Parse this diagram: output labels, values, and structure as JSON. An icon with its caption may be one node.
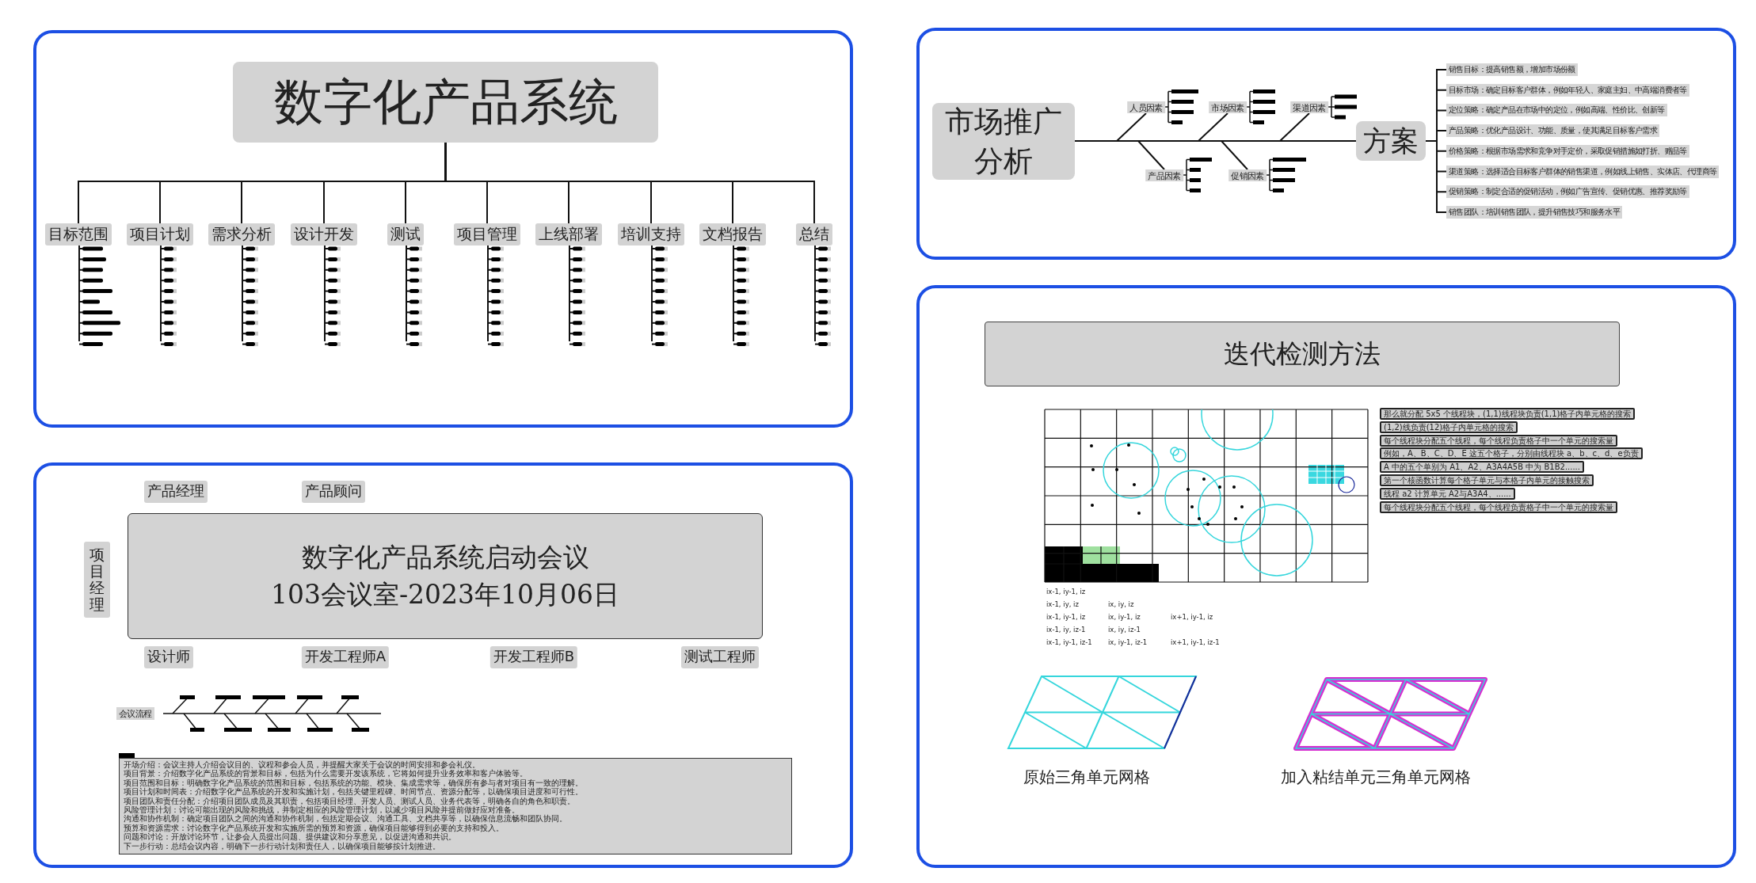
{
  "diagram": {
    "nodes": [
      {
        "text": [],
        "shape": "box"
      },
      {
        "text": [
          "数字化产品系统"
        ],
        "in": 0
      },
      {
        "text": [
          "目标范围"
        ],
        "in": 0
      },
      {
        "text": [
          "项目计划"
        ],
        "in": 0
      },
      {
        "text": [
          "需求分析"
        ],
        "in": 0
      },
      {
        "text": [
          "设计开发"
        ],
        "in": 0
      },
      {
        "text": [
          "测试"
        ],
        "in": 0
      },
      {
        "text": [
          "项目管理"
        ],
        "in": 0
      },
      {
        "text": [
          "上线部署"
        ],
        "in": 0
      },
      {
        "text": [
          "培训支持"
        ],
        "in": 0
      },
      {
        "text": [
          "文档报告"
        ],
        "in": 0
      },
      {
        "text": [
          "总结"
        ],
        "in": 0
      },
      {
        "text": [],
        "shape": "box"
      },
      {
        "text": [
          "市场推广分析"
        ],
        "in": 12
      },
      {
        "text": [
          "人员因素"
        ],
        "in": 12
      },
      {
        "text": [
          "市场因素"
        ],
        "in": 12
      },
      {
        "text": [
          "渠道因素"
        ],
        "in": 12
      },
      {
        "text": [
          "产品因素"
        ],
        "in": 12
      },
      {
        "text": [
          "促销因素"
        ],
        "in": 12
      },
      {
        "text": [
          "方案"
        ],
        "in": 12
      },
      {
        "text": [
          "销售目标：提高销售额，增加市场份额"
        ],
        "in": 12
      },
      {
        "text": [
          "目标市场：确定目标客户群体，例如年轻人、家庭主妇、中高端消费者等"
        ],
        "in": 12
      },
      {
        "text": [
          "定位策略：确定产品在市场中的定位，例如高端、性价比、创新等"
        ],
        "in": 12
      },
      {
        "text": [
          "产品策略：优化产品设计、功能、质量，使其满足目标客户需求"
        ],
        "in": 12
      },
      {
        "text": [
          "价格策略：根据市场需求和竞争对手定价，采取促销措施如打折、赠品等"
        ],
        "in": 12
      },
      {
        "text": [
          "渠道策略：选择适合目标客户群体的销售渠道，例如线上销售、实体店、代理商等"
        ],
        "in": 12
      },
      {
        "text": [
          "促销策略：制定合适的促销活动，例如广告宣传、促销优惠、推荐奖励等"
        ],
        "in": 12
      },
      {
        "text": [
          "销售团队：培训销售团队，提升销售技巧和服务水平"
        ],
        "in": 12
      },
      {
        "text": [],
        "shape": "box"
      },
      {
        "text": [
          "产品经理"
        ],
        "in": 28
      },
      {
        "text": [
          "产品顾问"
        ],
        "in": 28
      },
      {
        "text": [
          "项目经理"
        ],
        "in": 28
      },
      {
        "text": [
          "数字化产品系统启动会议",
          "103会议室-2023年10月06日"
        ],
        "in": 28
      },
      {
        "text": [
          "设计师"
        ],
        "in": 28
      },
      {
        "text": [
          "开发工程师A"
        ],
        "in": 28
      },
      {
        "text": [
          "开发工程师B"
        ],
        "in": 28
      },
      {
        "text": [
          "测试工程师"
        ],
        "in": 28
      },
      {
        "text": [
          "会议流程"
        ],
        "in": 28
      },
      {
        "text": [
          "开场介绍：会议主持人介绍会议目的、议程和参会人员，并提醒大家关于会议的时间安排和参会礼仪。",
          "项目背景：介绍数字化产品系统的背景和目标，包括为什么需要开发该系统，它将如何提升业务效率和客户体验等。",
          "项目范围和目标：明确数字化产品系统的范围和目标，包括系统的功能、模块、集成需求等，确保所有参与者对项目有一致的理解。",
          "项目计划和时间表：介绍数字化产品系统的开发和实施计划，包括关键里程碑、时间节点、资源分配等，以确保项目进度和可行性。",
          "项目团队和责任分配：介绍项目团队成员及其职责，包括项目经理、开发人员、测试人员、业务代表等，明确各自的角色和职责。",
          "风险管理计划：讨论可能出现的风险和挑战，并制定相应的风险管理计划，以减少项目风险并提前做好应对准备。",
          "沟通和协作机制：确定项目团队之间的沟通和协作机制，包括定期会议、沟通工具、文档共享等，以确保信息流畅和团队协同。",
          "预算和资源需求：讨论数字化产品系统开发和实施所需的预算和资源，确保项目能够得到必要的支持和投入。",
          "问题和讨论：开放讨论环节，让参会人员提出问题、提供建议和分享意见，以促进沟通和共识。",
          "下一步行动：总结会议内容，明确下一步行动计划和责任人，以确保项目能够按计划推进。"
        ],
        "in": 28
      },
      {
        "text": [],
        "shape": "box"
      },
      {
        "text": [
          "迭代检测方法"
        ],
        "in": 39
      },
      {
        "text": [
          "那么就分配 5x5 个线程块，(1,1)线程块负责(1,1)格子内单元格的搜索"
        ],
        "in": 39
      },
      {
        "text": [
          "(1,2)线负责(12)格子内单元格的搜索"
        ],
        "in": 39
      },
      {
        "text": [
          "每个线程块分配五个线程，每个线程负责格子中一个单元的搜索量"
        ],
        "in": 39
      },
      {
        "text": [
          "例如，A、B、C、D、E 这五个格子，分别由线程块 a、b、c、d、e负责"
        ],
        "in": 39
      },
      {
        "text": [
          "A 中的五个单别为 A1、A2、A3A4A5B 中为 B1B2......"
        ],
        "in": 39
      },
      {
        "text": [
          "第一个核函数计算每个格子单元与本格子内单元的接触搜索"
        ],
        "in": 39
      },
      {
        "text": [
          "线程 a2 计算单元 A2与A3A4、......"
        ],
        "in": 39
      },
      {
        "text": [
          "每个线程块分配五个线程，每个线程负责格子中一个单元的搜索量"
        ],
        "in": 39
      }
    ],
    "edges": [
      {
        "from": 1,
        "to": 2,
        "arrow": "none"
      },
      {
        "from": 1,
        "to": 3,
        "arrow": "none"
      },
      {
        "from": 1,
        "to": 4,
        "arrow": "none"
      },
      {
        "from": 1,
        "to": 5,
        "arrow": "none"
      },
      {
        "from": 1,
        "to": 6,
        "arrow": "none"
      },
      {
        "from": 1,
        "to": 7,
        "arrow": "none"
      },
      {
        "from": 1,
        "to": 8,
        "arrow": "none"
      },
      {
        "from": 1,
        "to": 9,
        "arrow": "none"
      },
      {
        "from": 1,
        "to": 10,
        "arrow": "none"
      },
      {
        "from": 1,
        "to": 11,
        "arrow": "none"
      },
      {
        "from": 13,
        "to": 19,
        "arrow": "none"
      },
      {
        "from": 14,
        "to": 19,
        "arrow": "none"
      },
      {
        "from": 15,
        "to": 19,
        "arrow": "none"
      },
      {
        "from": 16,
        "to": 19,
        "arrow": "none"
      },
      {
        "from": 17,
        "to": 19,
        "arrow": "none"
      },
      {
        "from": 18,
        "to": 19,
        "arrow": "none"
      },
      {
        "from": 19,
        "to": 20,
        "arrow": "none"
      },
      {
        "from": 19,
        "to": 21,
        "arrow": "none"
      },
      {
        "from": 19,
        "to": 22,
        "arrow": "none"
      },
      {
        "from": 19,
        "to": 23,
        "arrow": "none"
      },
      {
        "from": 19,
        "to": 24,
        "arrow": "none"
      },
      {
        "from": 19,
        "to": 25,
        "arrow": "none"
      },
      {
        "from": 19,
        "to": 26,
        "arrow": "none"
      },
      {
        "from": 19,
        "to": 27,
        "arrow": "none"
      }
    ],
    "labels": [
      "ix-1, iy-1, iz",
      "ix-1, iy, iz",
      "ix, iy, iz",
      "ix-1, iy-1, iz",
      "ix, iy-1, iz",
      "ix+1, iy-1, iz",
      "ix-1, iy, iz-1",
      "ix, iy, iz-1",
      "ix-1, iy-1, iz-1",
      "ix, iy-1, iz-1",
      "ix+1, iy-1, iz-1",
      "原始三角单元网格",
      "加入粘结单元三角单元网格"
    ]
  }
}
